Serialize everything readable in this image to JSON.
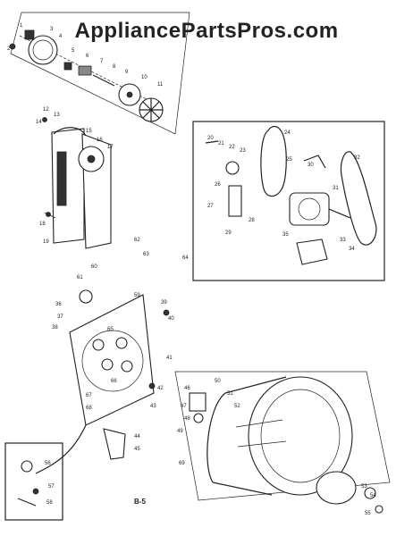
{
  "watermark": "AppliancePartsPros.com",
  "figure_label": "B-5",
  "labels": {
    "l1": "1",
    "l2": "2",
    "l3": "3",
    "l4": "4",
    "l5": "5",
    "l6": "6",
    "l7": "7",
    "l8": "8",
    "l9": "9",
    "l10": "10",
    "l11": "11",
    "l12": "12",
    "l13": "13",
    "l14": "14",
    "l15": "15",
    "l16": "16",
    "l17": "17",
    "l18": "18",
    "l19": "19",
    "l20": "20",
    "l21": "21",
    "l22": "22",
    "l23": "23",
    "l24": "24",
    "l25": "25",
    "l26": "26",
    "l27": "27",
    "l28": "28",
    "l29": "29",
    "l30": "30",
    "l31": "31",
    "l32": "32",
    "l33": "33",
    "l34": "34",
    "l35": "35",
    "l36": "36",
    "l37": "37",
    "l38": "38",
    "l39": "39",
    "l40": "40",
    "l41": "41",
    "l42": "42",
    "l43": "43",
    "l44": "44",
    "l45": "45",
    "l46": "46",
    "l47": "47",
    "l48": "48",
    "l49": "49",
    "l50": "50",
    "l51": "51",
    "l52": "52",
    "l53": "53",
    "l54": "54",
    "l55": "55",
    "l56": "56",
    "l57": "57",
    "l58": "58",
    "l59": "59",
    "l60": "60",
    "l61": "61",
    "l62": "62",
    "l63": "63",
    "l64": "64",
    "l65": "65",
    "l66": "66",
    "l67": "67",
    "l68": "68",
    "l69": "69"
  }
}
